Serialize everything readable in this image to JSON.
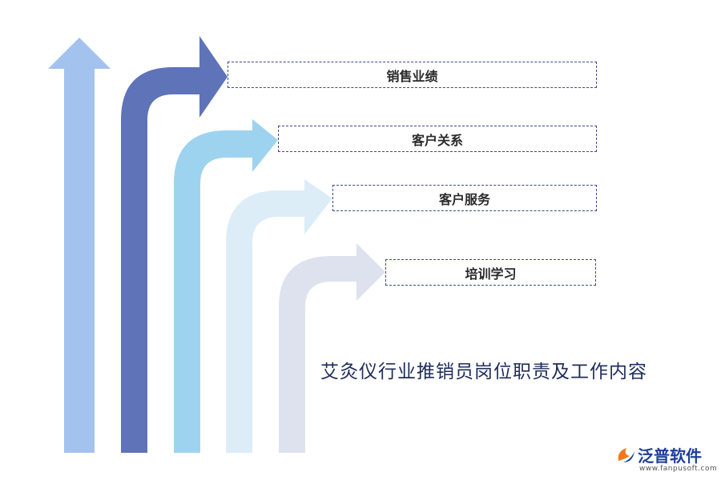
{
  "title": "艾灸仪行业推销员岗位职责及工作内容",
  "items": [
    {
      "label": "销售业绩",
      "color": "#5e73b8"
    },
    {
      "label": "客户关系",
      "color": "#9ed3ef"
    },
    {
      "label": "客户服务",
      "color": "#dcedf8"
    },
    {
      "label": "培训学习",
      "color": "#dee2ef"
    }
  ],
  "arrow_up_color": "#a3c2ed",
  "logo": {
    "text": "泛普软件",
    "url": "www.fanpusoft.com"
  }
}
